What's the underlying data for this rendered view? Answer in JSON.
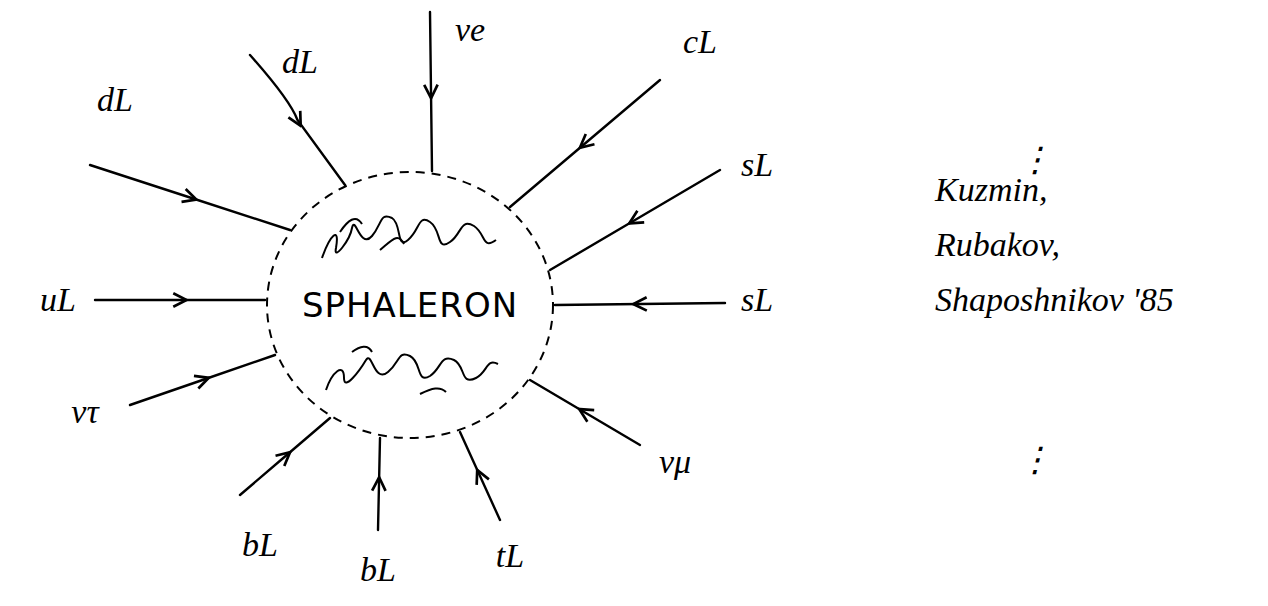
{
  "diagram": {
    "nodes": [
      {
        "text": [
          "SPHALERON"
        ]
      }
    ],
    "labels": [
      "νe",
      "cL",
      "dL",
      "dL",
      "⋮",
      "sL",
      "Kuzmin,",
      "Rubakov,",
      "uL",
      "sL",
      "Shaposhnikov '85",
      "ντ",
      "νμ",
      "⋮",
      "bL",
      "tL",
      "bL"
    ]
  }
}
